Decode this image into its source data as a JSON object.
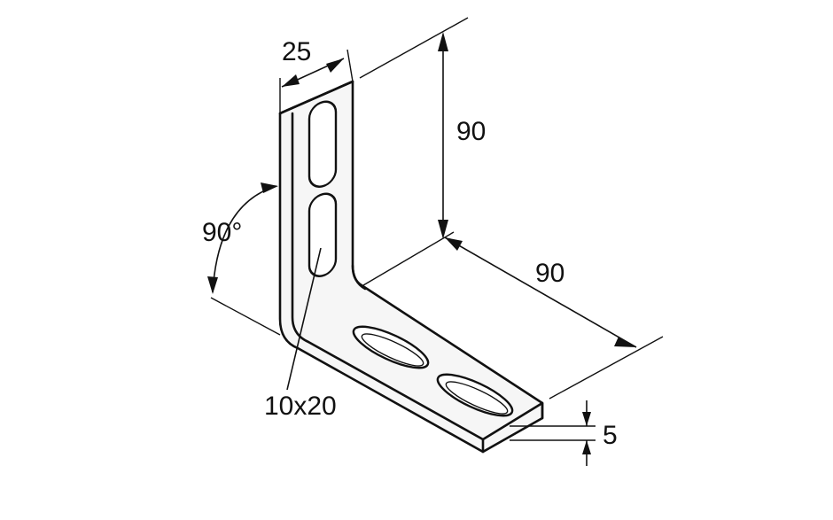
{
  "diagram": {
    "labels": {
      "width_top": "25",
      "height": "90",
      "length": "90",
      "angle": "90°",
      "slot_size": "10x20",
      "thickness": "5"
    },
    "colors": {
      "line": "#111111",
      "background": "#ffffff"
    }
  }
}
